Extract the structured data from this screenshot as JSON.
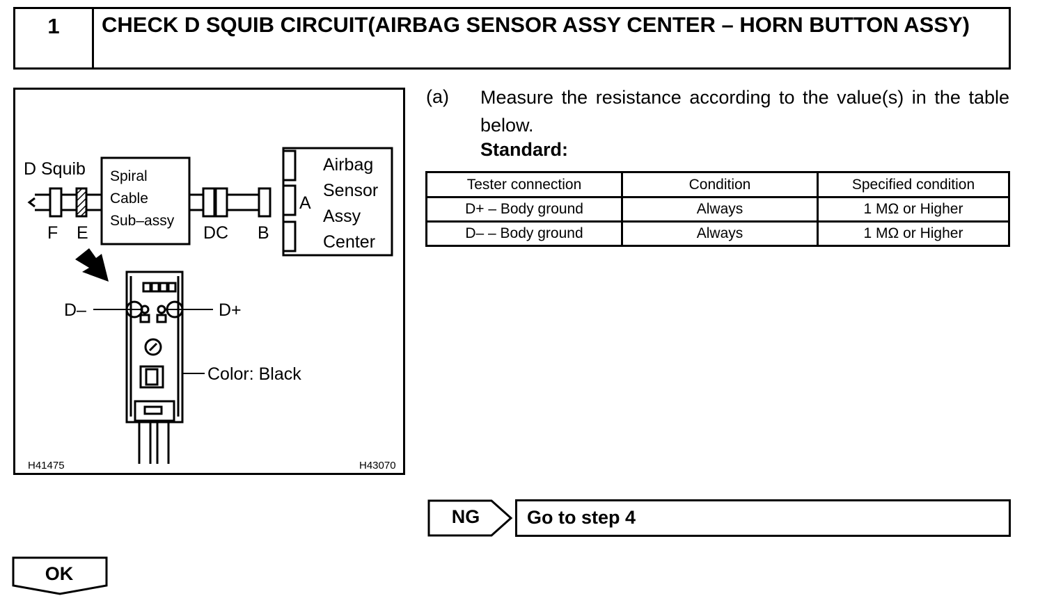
{
  "header": {
    "step_number": "1",
    "title": "CHECK D SQUIB CIRCUIT(AIRBAG SENSOR ASSY CENTER – HORN BUTTON ASSY)"
  },
  "figure": {
    "d_squib": "D Squib",
    "spiral_1": "Spiral",
    "spiral_2": "Cable",
    "spiral_3": "Sub–assy",
    "airbag_1": "Airbag",
    "airbag_2": "Sensor",
    "airbag_3": "Assy",
    "airbag_4": "Center",
    "conn_f": "F",
    "conn_e": "E",
    "conn_dc": "DC",
    "conn_b": "B",
    "conn_a": "A",
    "d_minus": "D–",
    "d_plus": "D+",
    "color": "Color: Black",
    "code_left": "H41475",
    "code_right": "H43070"
  },
  "step": {
    "letter": "(a)",
    "text": "Measure the resistance according to the value(s) in the table below.",
    "standard": "Standard:"
  },
  "table": {
    "headers": [
      "Tester connection",
      "Condition",
      "Specified condition"
    ],
    "rows": [
      [
        "D+ – Body ground",
        "Always",
        "1 MΩ or Higher"
      ],
      [
        "D– – Body ground",
        "Always",
        "1 MΩ or Higher"
      ]
    ]
  },
  "ng": {
    "label": "NG",
    "action": "Go to step 4"
  },
  "ok": {
    "label": "OK"
  }
}
